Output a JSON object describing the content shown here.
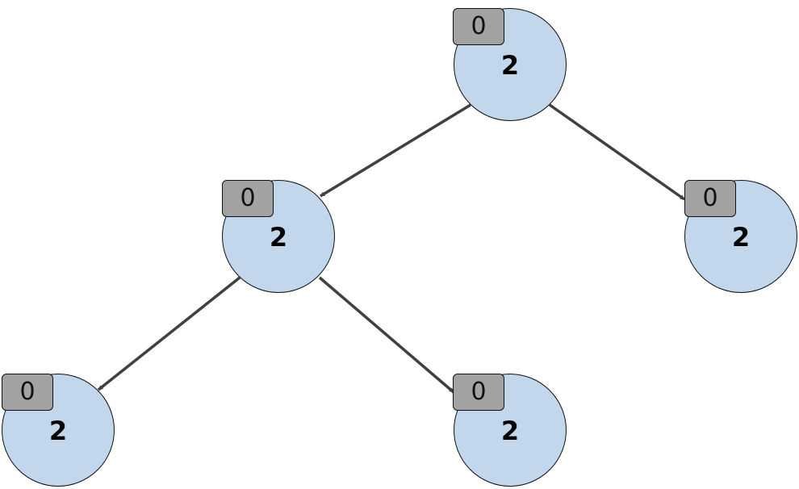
{
  "diagram": {
    "nodes": [
      {
        "id": "n1",
        "value": "2",
        "badge": "0"
      },
      {
        "id": "n2",
        "value": "2",
        "badge": "0"
      },
      {
        "id": "n3",
        "value": "2",
        "badge": "0"
      },
      {
        "id": "n4",
        "value": "2",
        "badge": "0"
      },
      {
        "id": "n5",
        "value": "2",
        "badge": "0"
      }
    ],
    "edges": [
      {
        "from": "n1",
        "to": "n2"
      },
      {
        "from": "n1",
        "to": "n3"
      },
      {
        "from": "n2",
        "to": "n4"
      },
      {
        "from": "n2",
        "to": "n5"
      }
    ],
    "colors": {
      "node_fill": "#c2d6ec",
      "badge_fill": "#a2a2a2",
      "edge": "#404040",
      "outline": "#111111"
    }
  }
}
